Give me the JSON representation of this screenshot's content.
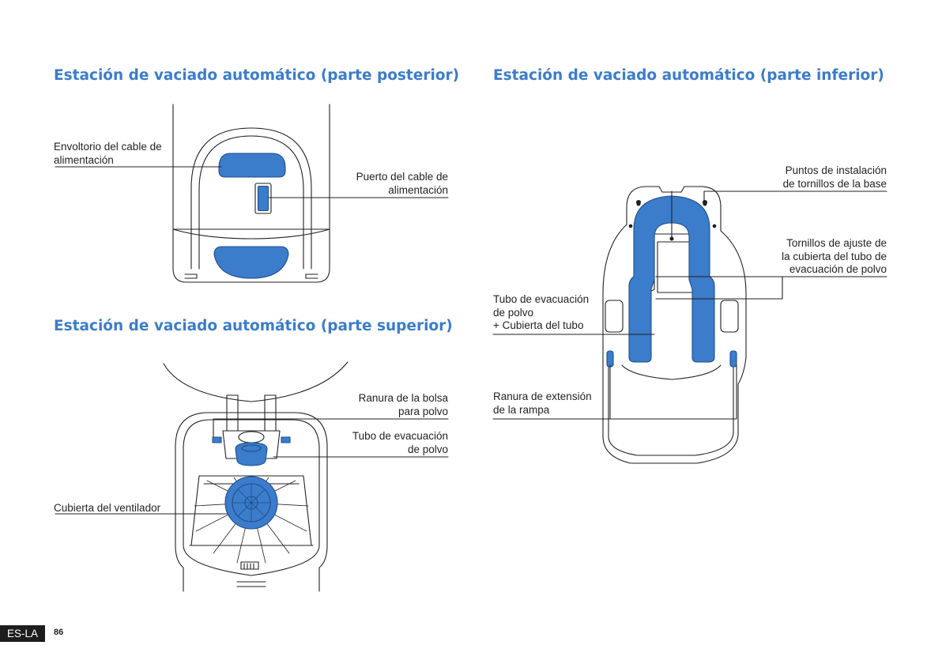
{
  "sections": {
    "back": {
      "title": "Estación de vaciado automático (parte posterior)",
      "cord_wrap": [
        "Envoltorio del cable de",
        "alimentación"
      ],
      "cord_port": [
        "Puerto del cable de",
        "alimentación"
      ]
    },
    "top": {
      "title": "Estación de vaciado automático (parte superior)",
      "bag_slot": [
        "Ranura de la bolsa",
        "para polvo"
      ],
      "evac_tube": [
        "Tubo de evacuación",
        "de polvo"
      ],
      "fan_cover": "Cubierta del ventilador"
    },
    "bottom": {
      "title": "Estación de vaciado automático (parte inferior)",
      "install_points": [
        "Puntos de instalación",
        "de tornillos de la base"
      ],
      "cover_screws": [
        "Tornillos de ajuste de",
        "la cubierta del tubo de",
        "evacuación de polvo"
      ],
      "tube_cover": [
        "Tubo de evacuación",
        "de polvo",
        "+ Cubierta del tubo"
      ],
      "ramp_slot": [
        "Ranura de extensión",
        "de la rampa"
      ]
    }
  },
  "footer": {
    "lang": "ES-LA",
    "page": "86"
  },
  "colors": {
    "accent": "#3b7ccb",
    "line": "#231f20",
    "background": "#ffffff"
  }
}
